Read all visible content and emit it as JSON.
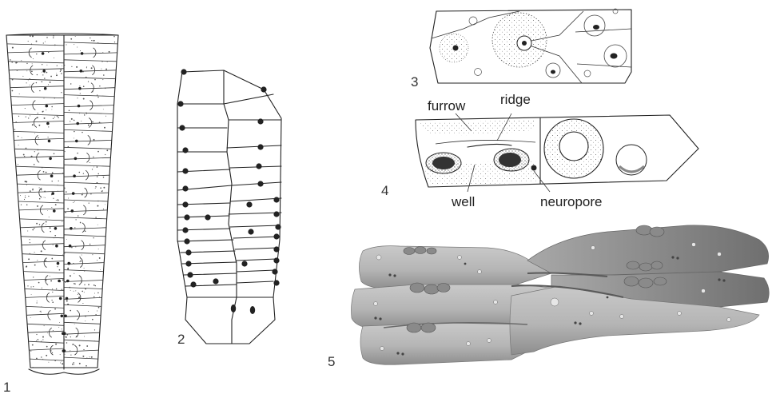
{
  "figures": [
    {
      "number": "1"
    },
    {
      "number": "2"
    },
    {
      "number": "3"
    },
    {
      "number": "4"
    },
    {
      "number": "5"
    }
  ],
  "callouts": {
    "furrow": "furrow",
    "ridge": "ridge",
    "well": "well",
    "neuropore": "neuropore"
  },
  "colors": {
    "ink": "#222222",
    "shading": "#9a9a9a",
    "tissue_light": "#cfcfcf",
    "tissue_dark": "#7d7d7d"
  }
}
